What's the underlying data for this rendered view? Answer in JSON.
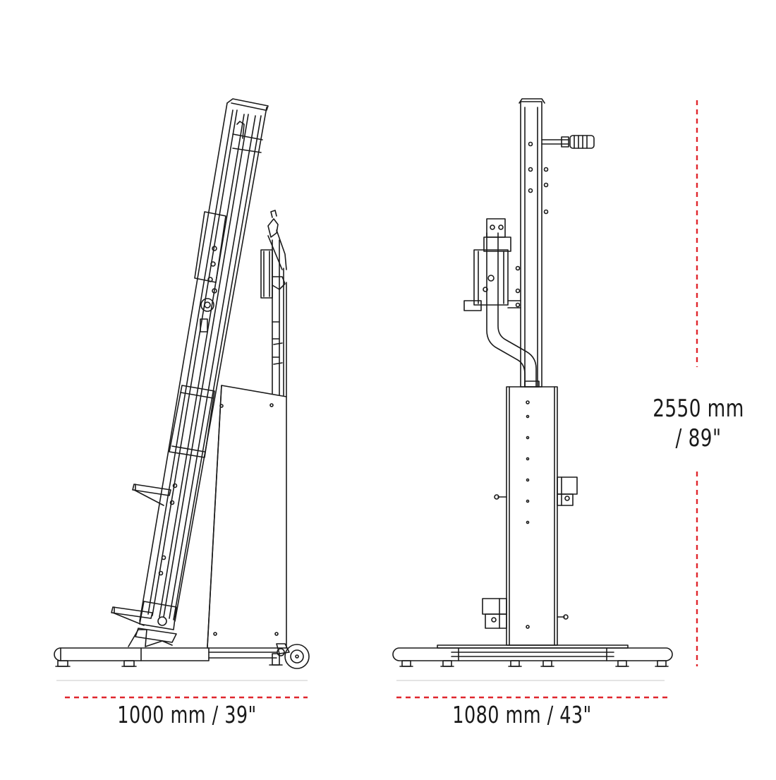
{
  "diagram": {
    "views": [
      {
        "name": "side-view",
        "width_label": "1000 mm / 39\""
      },
      {
        "name": "front-view",
        "width_label": "1080 mm / 43\""
      }
    ],
    "height_label_line1": "2550 mm",
    "height_label_line2": "/ 89\"",
    "colors": {
      "line": "#1a1a1a",
      "dimension": "#e0262d",
      "background": "#ffffff"
    }
  }
}
